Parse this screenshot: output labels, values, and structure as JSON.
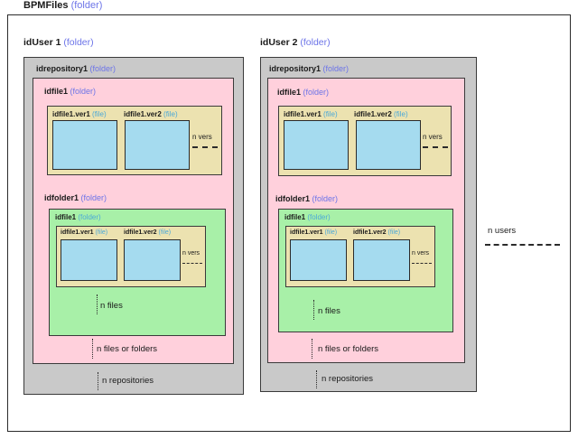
{
  "diagram": {
    "root": {
      "name": "BPMFiles",
      "kind": "(folder)"
    },
    "users": [
      {
        "label": "idUser 1",
        "kind": "(folder)",
        "repository": {
          "label": "idrepository1",
          "kind": "(folder)"
        },
        "file_folder": {
          "label": "idfile1",
          "kind": "(folder)"
        },
        "versions": [
          {
            "label": "idfile1.ver1",
            "kind": "(file)"
          },
          {
            "label": "idfile1.ver2",
            "kind": "(file)"
          }
        ],
        "vers_annotation": "n vers",
        "folder": {
          "label": "idfolder1",
          "kind": "(folder)"
        },
        "nested_file_folder": {
          "label": "idfile1",
          "kind": "(folder)"
        },
        "nested_versions": [
          {
            "label": "idfile1.ver1",
            "kind": "(file)"
          },
          {
            "label": "idfile1.ver2",
            "kind": "(file)"
          }
        ],
        "nested_vers_annotation": "n vers",
        "files_annotation": "n files",
        "files_or_folders_annotation": "n files or folders",
        "repositories_annotation": "n repositories"
      },
      {
        "label": "idUser 2",
        "kind": "(folder)",
        "repository": {
          "label": "idrepository1",
          "kind": "(folder)"
        },
        "file_folder": {
          "label": "idfile1",
          "kind": "(folder)"
        },
        "versions": [
          {
            "label": "idfile1.ver1",
            "kind": "(file)"
          },
          {
            "label": "idfile1.ver2",
            "kind": "(file)"
          }
        ],
        "vers_annotation": "n vers",
        "folder": {
          "label": "idfolder1",
          "kind": "(folder)"
        },
        "nested_file_folder": {
          "label": "idfile1",
          "kind": "(folder)"
        },
        "nested_versions": [
          {
            "label": "idfile1.ver1",
            "kind": "(file)"
          },
          {
            "label": "idfile1.ver2",
            "kind": "(file)"
          }
        ],
        "nested_vers_annotation": "n vers",
        "files_annotation": "n files",
        "files_or_folders_annotation": "n files or folders",
        "repositories_annotation": "n repositories"
      }
    ],
    "users_annotation": "n users",
    "colors": {
      "user_box": "#c9c9c9",
      "repository_box": "#ffd0dc",
      "file_box": "#ece2b0",
      "folder_box": "#a8f0a8",
      "version_box": "#a5dbef",
      "kind_folder_text": "#6c74e8",
      "kind_file_text": "#4aa8d8",
      "outline": "#3a3a3a"
    }
  }
}
